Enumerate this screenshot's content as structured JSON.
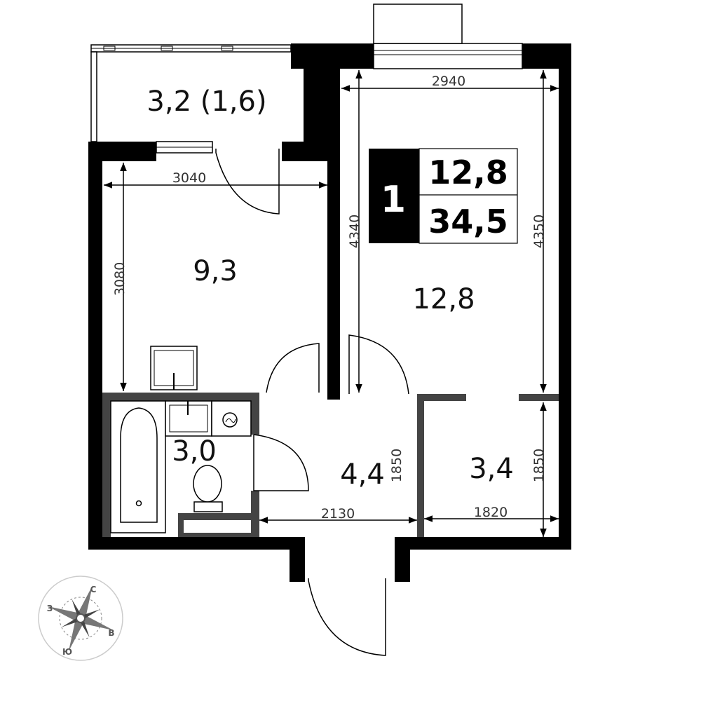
{
  "badge": {
    "rooms": "1",
    "living_area": "12,8",
    "total_area": "34,5"
  },
  "rooms": {
    "balcony": "3,2 (1,6)",
    "kitchen": "9,3",
    "living_room": "12,8",
    "bathroom": "3,0",
    "hallway": "4,4",
    "wardrobe": "3,4"
  },
  "dimensions": {
    "living_width": "2940",
    "kitchen_width": "3040",
    "kitchen_depth": "3080",
    "living_left_depth": "4340",
    "living_right_depth": "4350",
    "hall_depth": "1850",
    "wardrobe_depth": "1850",
    "hall_width": "2130",
    "wardrobe_width": "1820"
  },
  "compass": {
    "north": "С",
    "west": "З",
    "east": "В",
    "south": "Ю"
  }
}
